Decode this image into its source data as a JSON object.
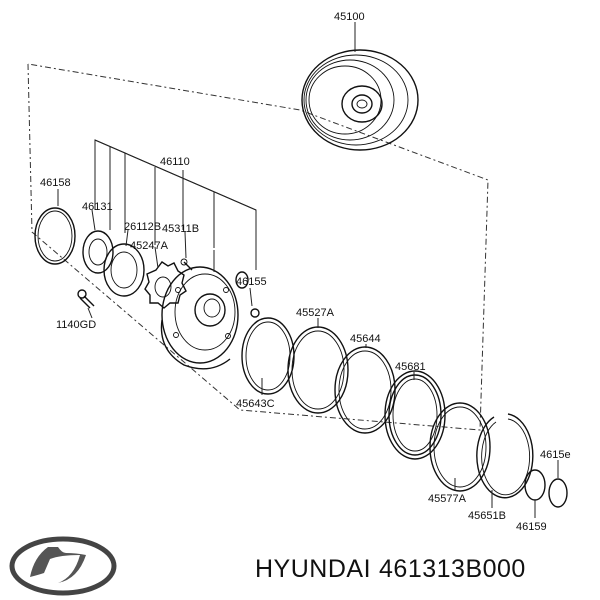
{
  "labels": {
    "p45100": "45100",
    "p46110": "46110",
    "p46158": "46158",
    "p46131": "46131",
    "p26112B": "26112B",
    "p45311B": "45311B",
    "p45247A": "45247A",
    "p46155a": "46155",
    "p1140GD": "1140GD",
    "p45527A": "45527A",
    "p45644": "45644",
    "p45681": "45681",
    "p45643C": "45643C",
    "p46155b": "4615е",
    "p45577A": "45577A",
    "p45651B": "45651B",
    "p46159": "46159"
  },
  "footer": {
    "brand": "HYUNDAI",
    "part_number": "461313B000"
  },
  "logo": {
    "icon": "hyundai-logo-icon"
  }
}
